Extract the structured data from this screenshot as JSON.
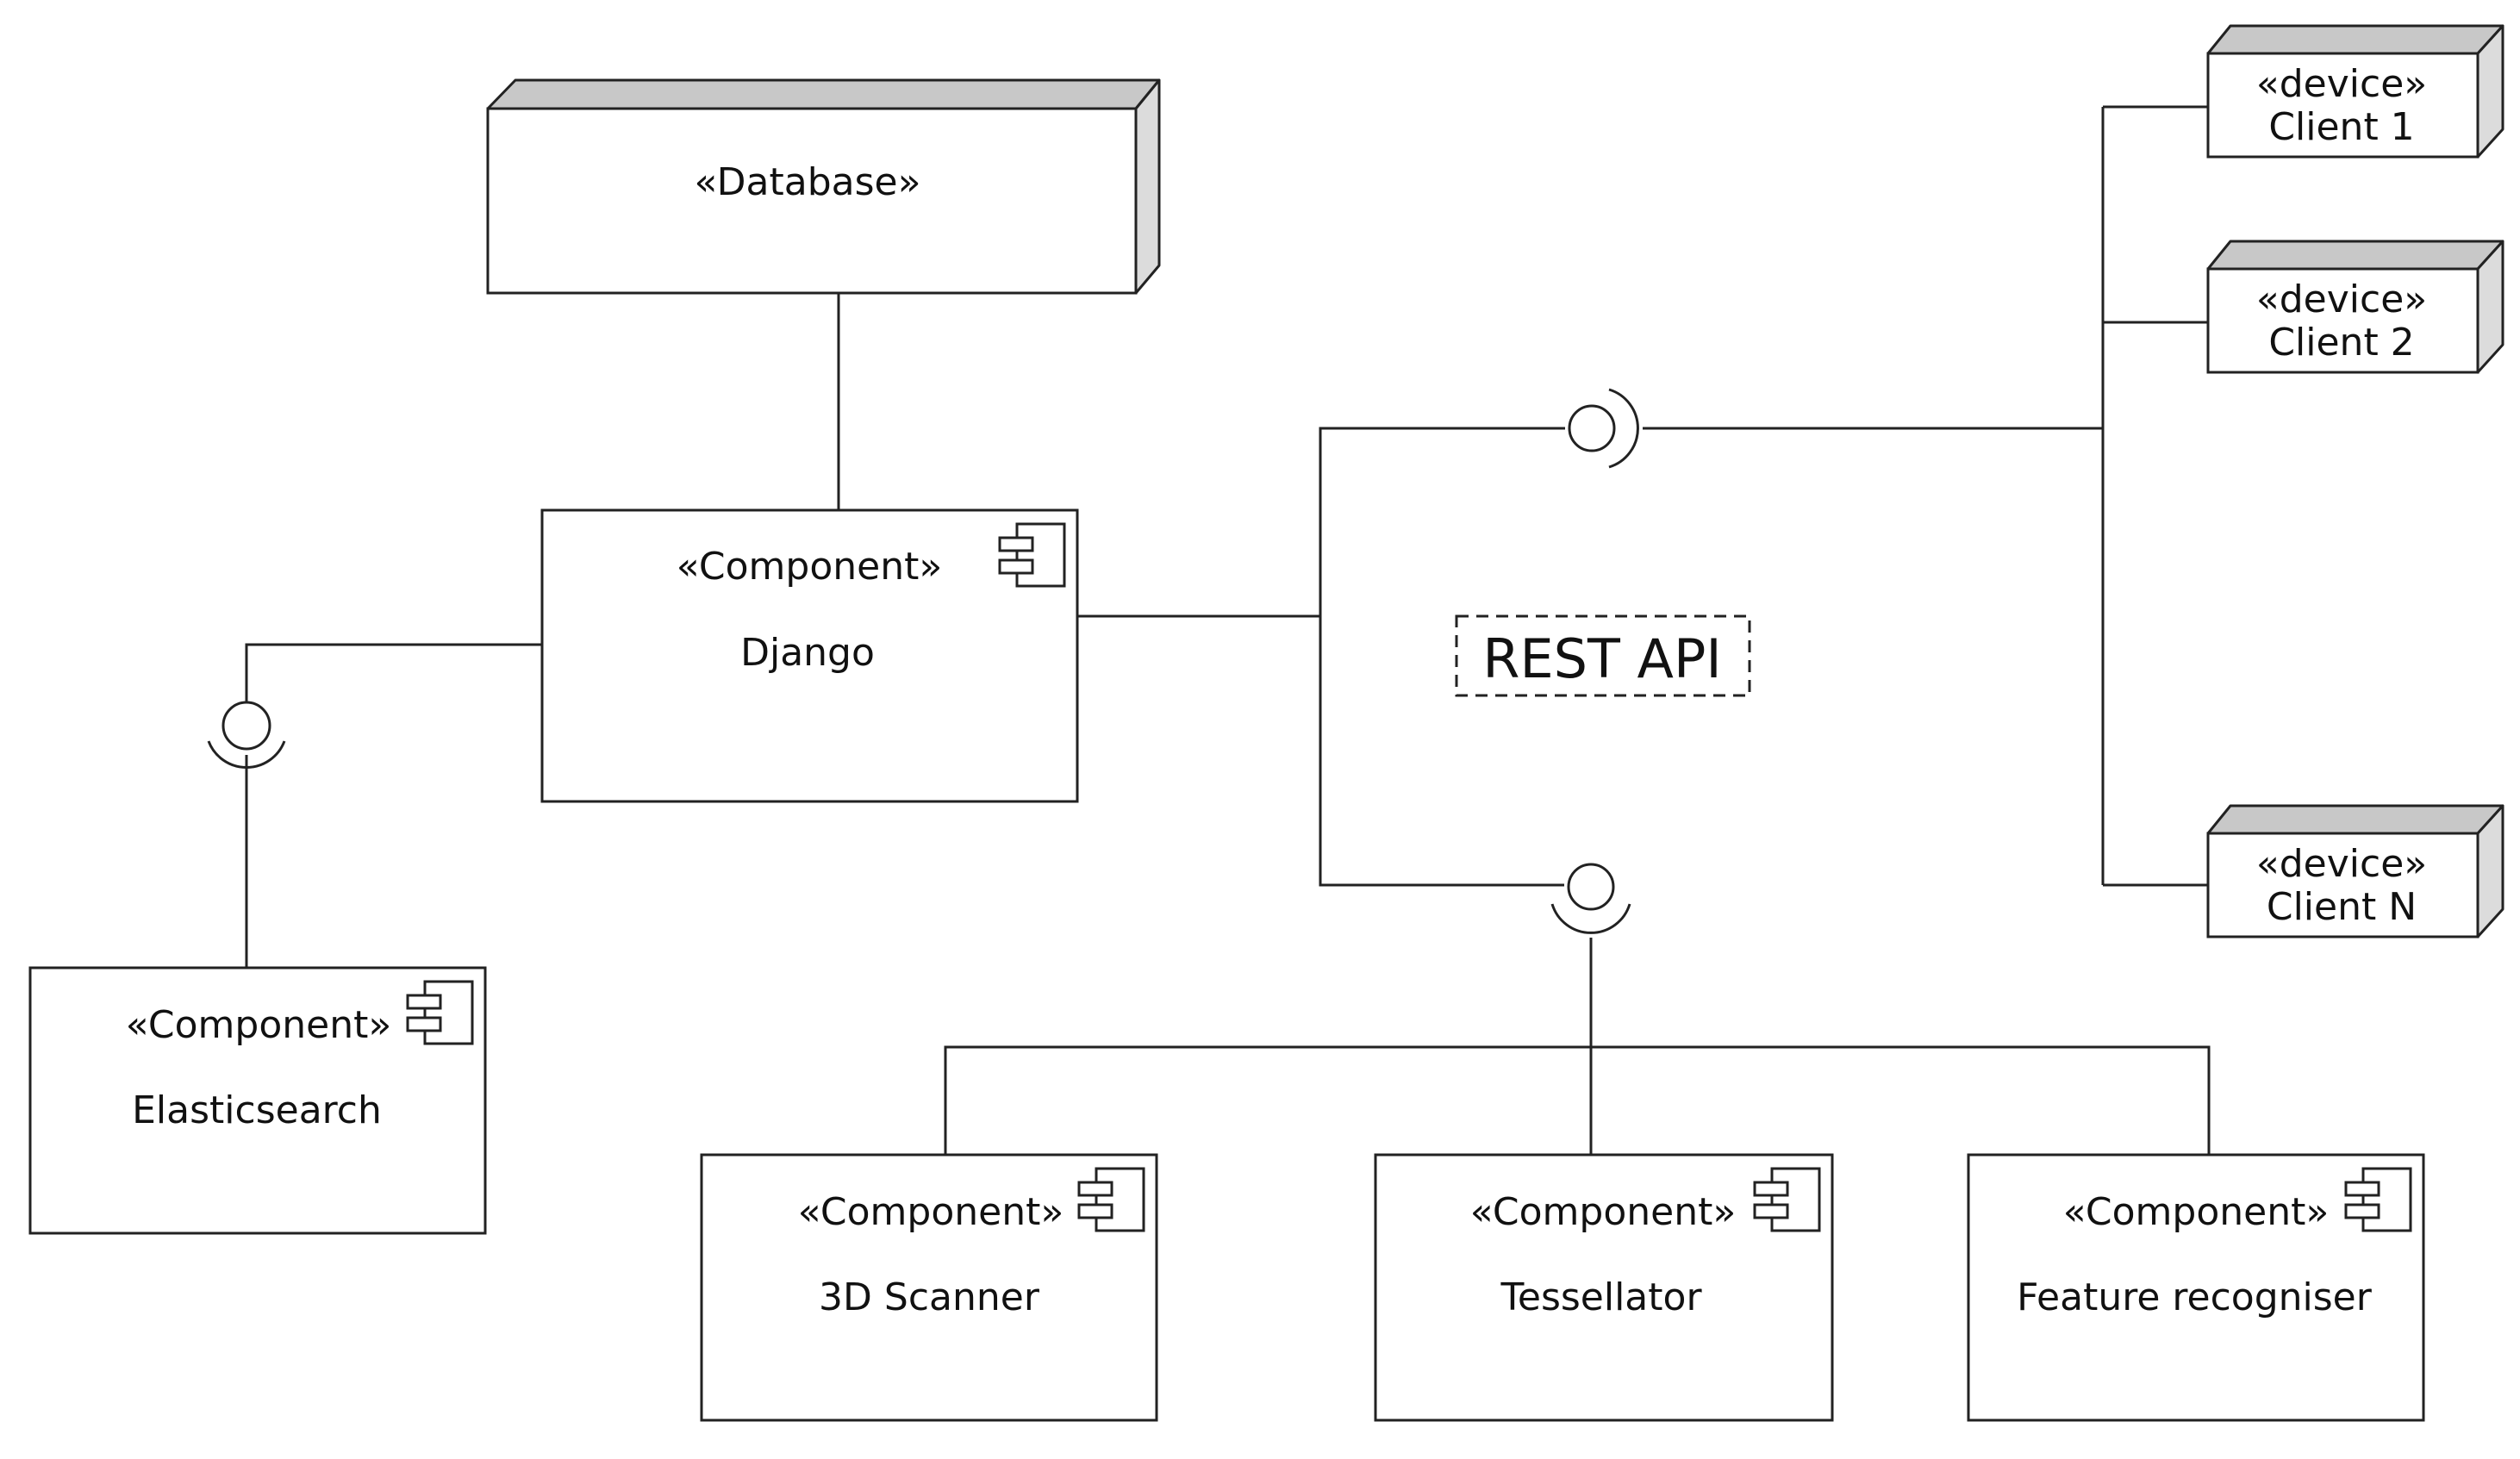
{
  "database": {
    "stereotype": "«Database»"
  },
  "django": {
    "stereotype": "«Component»",
    "name": "Django"
  },
  "elasticsearch": {
    "stereotype": "«Component»",
    "name": "Elasticsearch"
  },
  "rest_api": {
    "label": "REST API"
  },
  "clients": [
    {
      "stereotype": "«device»",
      "name": "Client 1"
    },
    {
      "stereotype": "«device»",
      "name": "Client 2"
    },
    {
      "stereotype": "«device»",
      "name": "Client N"
    }
  ],
  "services": [
    {
      "stereotype": "«Component»",
      "name": "3D Scanner"
    },
    {
      "stereotype": "«Component»",
      "name": "Tessellator"
    },
    {
      "stereotype": "«Component»",
      "name": "Feature recogniser"
    }
  ],
  "colors": {
    "line": "#222222",
    "node_side": "#dcdcdc",
    "node_top": "#c8c8c8",
    "background": "#ffffff"
  }
}
